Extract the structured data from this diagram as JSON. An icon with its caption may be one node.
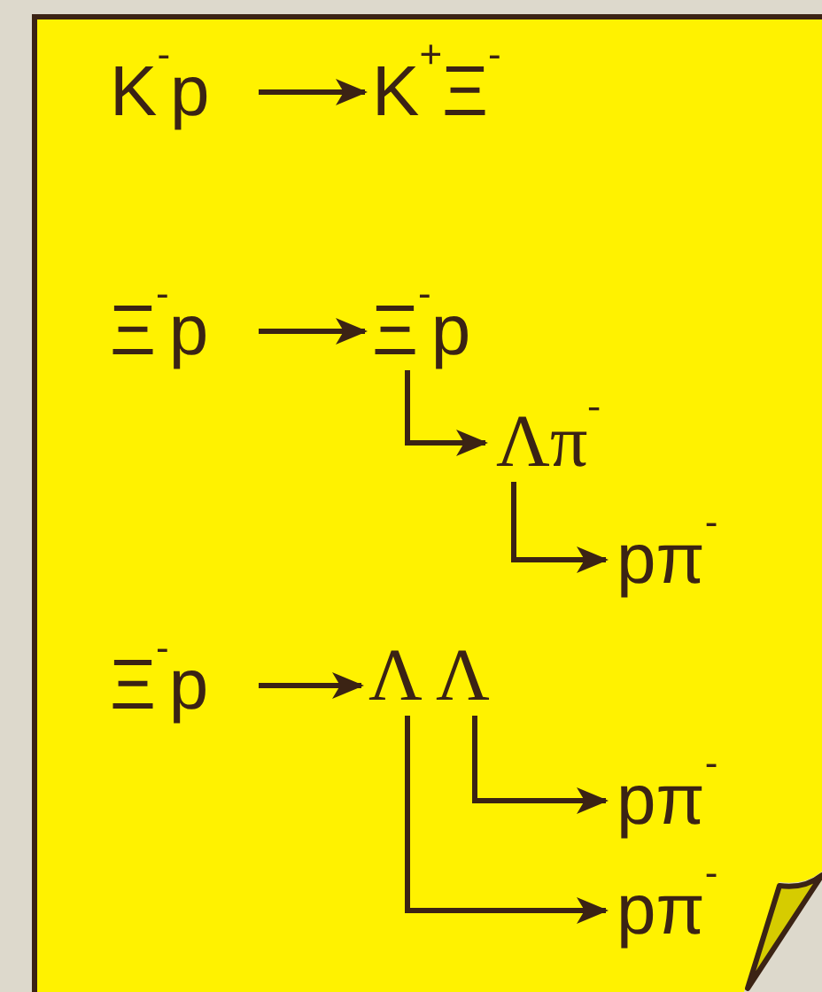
{
  "diagram": {
    "nodes": [
      {
        "text": [
          "K$^{-}$p"
        ]
      },
      {
        "text": [
          "K$^{+}$Ξ$^{-}$"
        ]
      },
      {
        "text": [
          "Ξ$^{-}$p"
        ]
      },
      {
        "text": [
          "Ξ$^{-}$p"
        ]
      },
      {
        "text": [
          "Λπ$^{-}$"
        ]
      },
      {
        "text": [
          "pπ$^{-}$"
        ]
      },
      {
        "text": [
          "Ξ$^{-}$p"
        ]
      },
      {
        "text": [
          "Λ"
        ]
      },
      {
        "text": [
          "Λ"
        ]
      },
      {
        "text": [
          "pπ$^{-}$"
        ]
      },
      {
        "text": [
          "pπ$^{-}$"
        ]
      }
    ],
    "edges": [
      {
        "from": 0,
        "to": 1,
        "arrow": "to"
      },
      {
        "from": 2,
        "to": 3,
        "arrow": "to"
      },
      {
        "from": 3,
        "to": 4,
        "arrow": "to"
      },
      {
        "from": 4,
        "to": 5,
        "arrow": "to"
      },
      {
        "from": 6,
        "to": 7,
        "arrow": "to"
      },
      {
        "from": 8,
        "to": 9,
        "arrow": "to"
      },
      {
        "from": 7,
        "to": 10,
        "arrow": "to"
      }
    ]
  }
}
